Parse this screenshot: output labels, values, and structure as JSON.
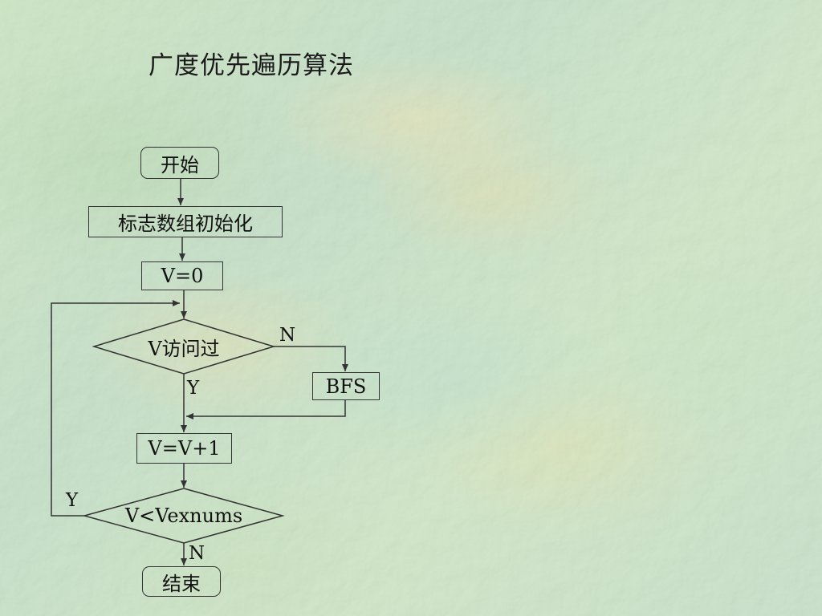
{
  "title": "广度优先遍历算法",
  "nodes": {
    "start": "开始",
    "init": "标志数组初始化",
    "v_zero": "V=0",
    "visited": "V访问过",
    "bfs": "BFS",
    "increment": "V=V+1",
    "compare": "V<Vexnums",
    "end": "结束"
  },
  "edges": {
    "visited_no": "N",
    "visited_yes": "Y",
    "compare_yes": "Y",
    "compare_no": "N"
  },
  "colors": {
    "line": "#333333",
    "text": "#111111"
  }
}
